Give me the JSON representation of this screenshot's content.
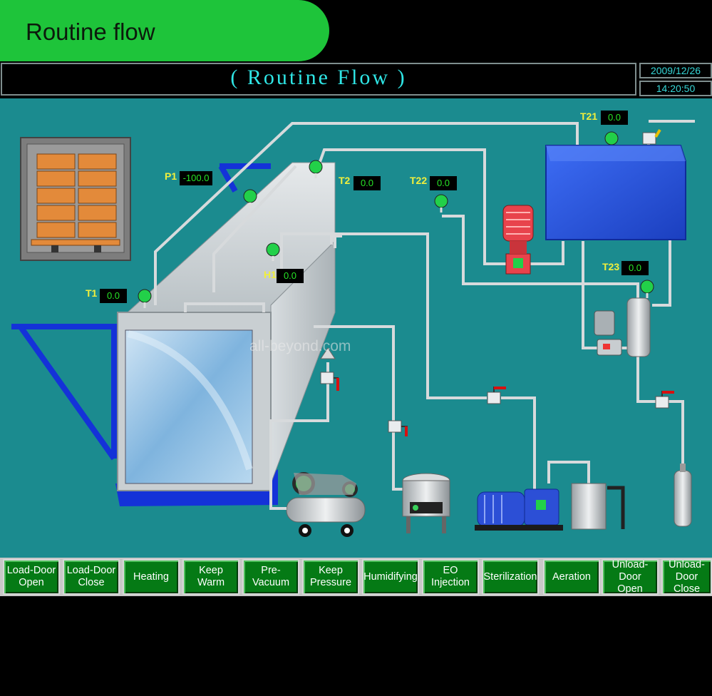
{
  "header": {
    "tab_title": "Routine flow",
    "title": "( Routine Flow )",
    "date": "2009/12/26",
    "time": "14:20:50"
  },
  "sensors": {
    "p1": {
      "label": "P1",
      "value": "-100.0"
    },
    "t1": {
      "label": "T1",
      "value": "0.0"
    },
    "t2": {
      "label": "T2",
      "value": "0.0"
    },
    "t22": {
      "label": "T22",
      "value": "0.0"
    },
    "h1": {
      "label": "H1",
      "value": "0.0"
    },
    "t21": {
      "label": "T21",
      "value": "0.0"
    },
    "t23": {
      "label": "T23",
      "value": "0.0"
    }
  },
  "watermark": "all-beyond.com",
  "colors": {
    "panel": "#1b8b8f",
    "button": "#057a15",
    "tab": "#1ec43a",
    "readout_text": "#27e427",
    "label_text": "#f1ef3c",
    "title_text": "#2fe6e6"
  },
  "buttons": [
    {
      "id": "load-door-open",
      "label": "Load-Door\nOpen"
    },
    {
      "id": "load-door-close",
      "label": "Load-Door\nClose"
    },
    {
      "id": "heating",
      "label": "Heating"
    },
    {
      "id": "keep-warm",
      "label": "Keep\nWarm"
    },
    {
      "id": "pre-vacuum",
      "label": "Pre-Vacuum"
    },
    {
      "id": "keep-pressure",
      "label": "Keep\nPressure"
    },
    {
      "id": "humidifying",
      "label": "Humidifying"
    },
    {
      "id": "eo-injection",
      "label": "EO\nInjection"
    },
    {
      "id": "sterilization",
      "label": "Sterilization"
    },
    {
      "id": "aeration",
      "label": "Aeration"
    },
    {
      "id": "unload-door-open",
      "label": "Unload-Door\nOpen"
    },
    {
      "id": "unload-door-close",
      "label": "Unload-Door\nClose"
    }
  ]
}
